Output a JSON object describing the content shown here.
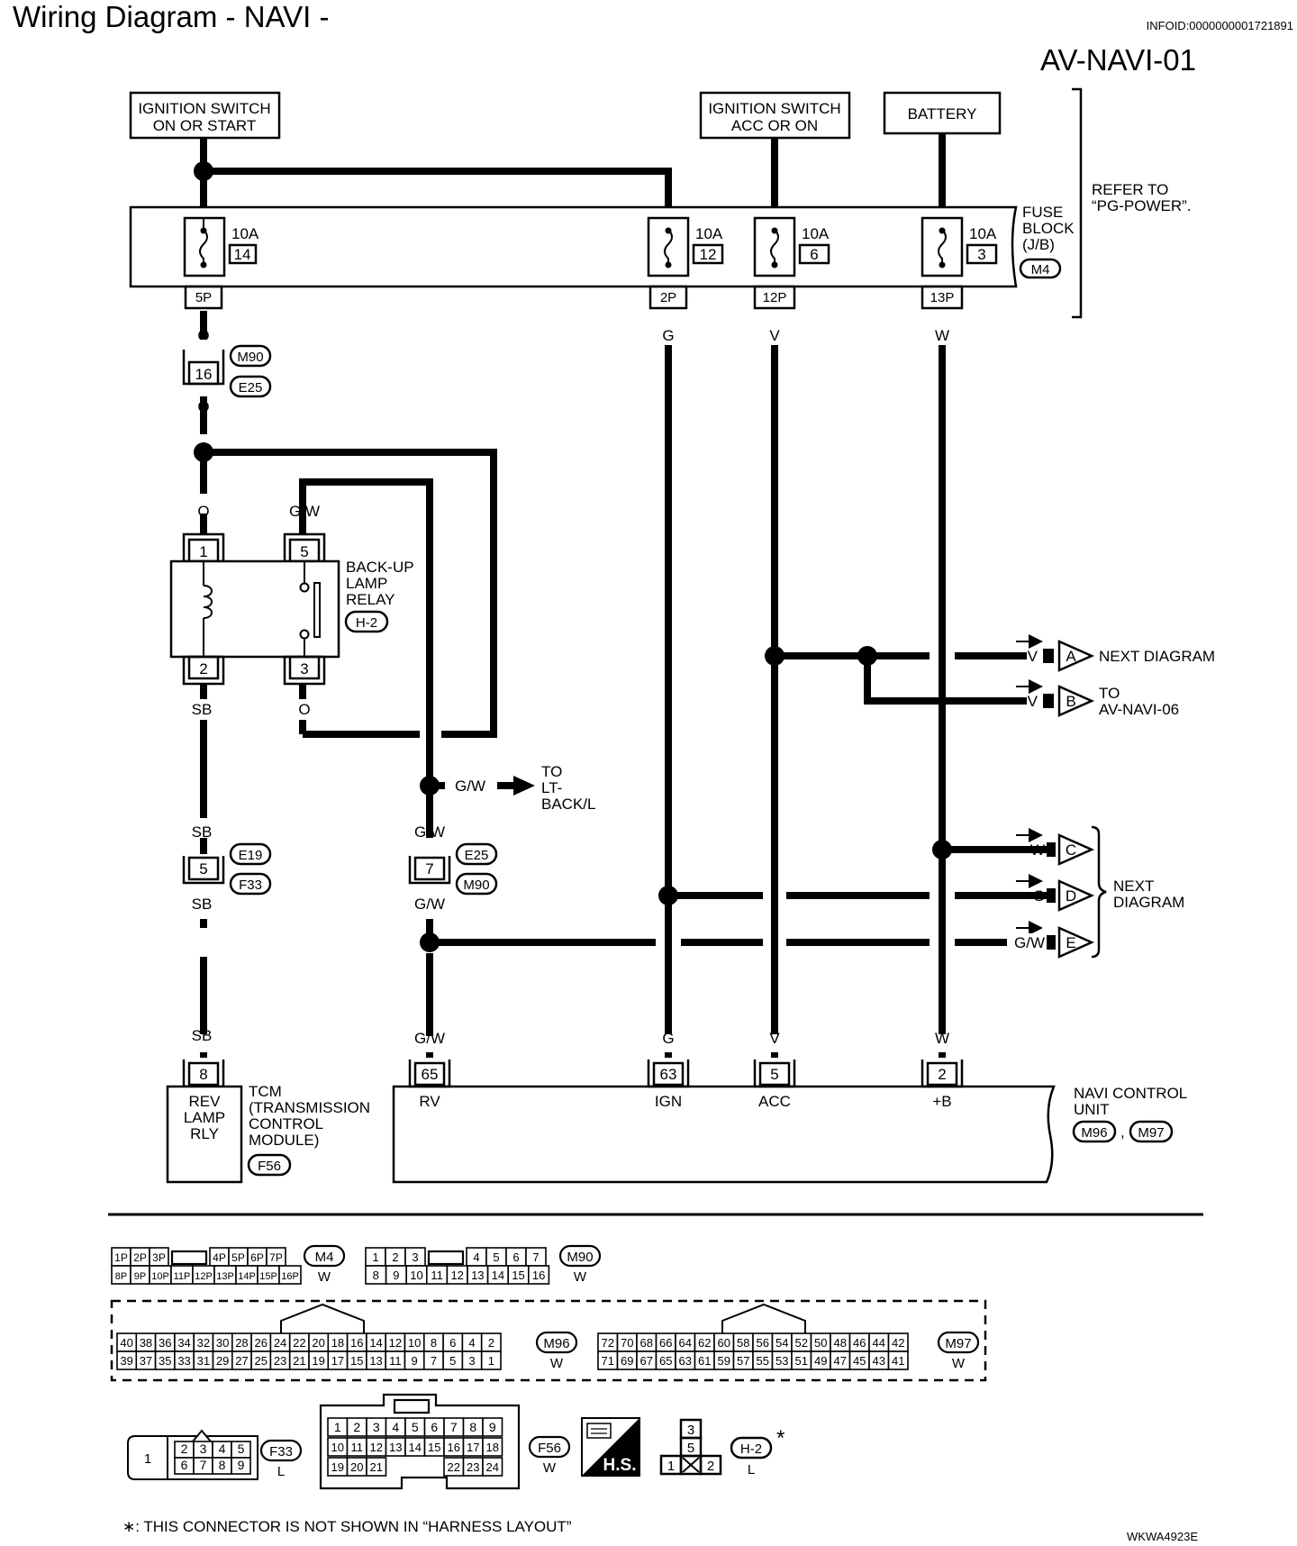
{
  "header": {
    "title": "Wiring Diagram - NAVI -",
    "info_id": "INFOID:0000000001721891",
    "code": "AV-NAVI-01"
  },
  "power_sources": {
    "ign_on_start": [
      "IGNITION SWITCH",
      "ON OR START"
    ],
    "ign_acc_on": [
      "IGNITION SWITCH",
      "ACC OR ON"
    ],
    "battery": "BATTERY"
  },
  "fuse_block": {
    "label": [
      "FUSE",
      "BLOCK",
      "(J/B)"
    ],
    "connector": "M4",
    "refer_to": [
      "REFER TO",
      "“PG-POWER”."
    ],
    "fuses": [
      {
        "amp": "10A",
        "num": "14",
        "pin": "5P",
        "wire": "O"
      },
      {
        "amp": "10A",
        "num": "12",
        "pin": "2P",
        "wire": "G"
      },
      {
        "amp": "10A",
        "num": "6",
        "pin": "12P",
        "wire": "V"
      },
      {
        "amp": "10A",
        "num": "3",
        "pin": "13P",
        "wire": "W"
      }
    ]
  },
  "inline_connectors": {
    "c16": {
      "pin": "16",
      "upper": "M90",
      "lower": "E25",
      "wire_below": "O"
    },
    "c5": {
      "pin": "5",
      "upper": "E19",
      "lower": "F33",
      "wire_above": "SB",
      "wire_below": "SB"
    },
    "c7": {
      "pin": "7",
      "upper": "E25",
      "lower": "M90",
      "wire_above": "G/W",
      "wire_below": "G/W"
    }
  },
  "relay": {
    "label": [
      "BACK-UP",
      "LAMP",
      "RELAY"
    ],
    "connector": "H-2",
    "pins": {
      "p1": "1",
      "p5": "5",
      "p2": "2",
      "p3": "3"
    },
    "wires": {
      "p1": "O",
      "p5": "G/W",
      "p2": "SB",
      "p3": "O"
    }
  },
  "lt_back": {
    "wire": "G/W",
    "label": [
      "TO",
      "LT-",
      "BACK/L"
    ]
  },
  "outputs": [
    {
      "wire": "V",
      "letter": "A",
      "label": [
        "NEXT DIAGRAM"
      ]
    },
    {
      "wire": "V",
      "letter": "B",
      "label": [
        "TO",
        "AV-NAVI-06"
      ]
    },
    {
      "wire": "W",
      "letter": "C"
    },
    {
      "wire": "G",
      "letter": "D"
    },
    {
      "wire": "G/W",
      "letter": "E"
    }
  ],
  "next_diagram_cde": [
    "NEXT",
    "DIAGRAM"
  ],
  "tcm": {
    "pin": "8",
    "wire": "SB",
    "box_text": [
      "REV",
      "LAMP",
      "RLY"
    ],
    "label": [
      "TCM",
      "(TRANSMISSION",
      "CONTROL",
      "MODULE)"
    ],
    "connector": "F56"
  },
  "navi": {
    "label": [
      "NAVI CONTROL",
      "UNIT"
    ],
    "connectors": [
      "M96",
      "M97"
    ],
    "sep": ",",
    "pins": [
      {
        "pin": "65",
        "name": "RV",
        "wire": "G/W"
      },
      {
        "pin": "63",
        "name": "IGN",
        "wire": "G"
      },
      {
        "pin": "5",
        "name": "ACC",
        "wire": "V"
      },
      {
        "pin": "2",
        "name": "+B",
        "wire": "W"
      }
    ]
  },
  "connector_views": {
    "m4": {
      "id": "M4",
      "color": "W",
      "top": [
        "1P",
        "2P",
        "3P",
        "",
        "4P",
        "5P",
        "6P",
        "7P"
      ],
      "bottom": [
        "8P",
        "9P",
        "10P",
        "11P",
        "12P",
        "13P",
        "14P",
        "15P",
        "16P"
      ]
    },
    "m90": {
      "id": "M90",
      "color": "W",
      "top": [
        "1",
        "2",
        "3",
        "",
        "4",
        "5",
        "6",
        "7"
      ],
      "bottom": [
        "8",
        "9",
        "10",
        "11",
        "12",
        "13",
        "14",
        "15",
        "16"
      ]
    },
    "m96": {
      "id": "M96",
      "color": "W",
      "top": [
        "40",
        "38",
        "36",
        "34",
        "32",
        "30",
        "28",
        "26",
        "24",
        "22",
        "20",
        "18",
        "16",
        "14",
        "12",
        "10",
        "8",
        "6",
        "4",
        "2"
      ],
      "bottom": [
        "39",
        "37",
        "35",
        "33",
        "31",
        "29",
        "27",
        "25",
        "23",
        "21",
        "19",
        "17",
        "15",
        "13",
        "11",
        "9",
        "7",
        "5",
        "3",
        "1"
      ]
    },
    "m97": {
      "id": "M97",
      "color": "W",
      "top": [
        "72",
        "70",
        "68",
        "66",
        "64",
        "62",
        "60",
        "58",
        "56",
        "54",
        "52",
        "50",
        "48",
        "46",
        "44",
        "42"
      ],
      "bottom": [
        "71",
        "69",
        "67",
        "65",
        "63",
        "61",
        "59",
        "57",
        "55",
        "53",
        "51",
        "49",
        "47",
        "45",
        "43",
        "41"
      ]
    },
    "f33": {
      "id": "F33",
      "color": "L",
      "big": "1",
      "top": [
        "2",
        "3",
        "4",
        "5"
      ],
      "bottom": [
        "6",
        "7",
        "8",
        "9"
      ]
    },
    "f56": {
      "id": "F56",
      "color": "W",
      "r1": [
        "1",
        "2",
        "3",
        "4",
        "5",
        "6",
        "7",
        "8",
        "9"
      ],
      "r2": [
        "10",
        "11",
        "12",
        "13",
        "14",
        "15",
        "16",
        "17",
        "18"
      ],
      "r3a": [
        "19",
        "20",
        "21"
      ],
      "r3b": [
        "22",
        "23",
        "24"
      ]
    },
    "hs": {
      "text": "H.S."
    },
    "h2": {
      "id": "H-2",
      "color": "L",
      "star": "*",
      "pins": {
        "p3": "3",
        "p5": "5",
        "p1": "1",
        "p2": "2"
      }
    }
  },
  "footnote": "∗: THIS CONNECTOR IS NOT SHOWN IN “HARNESS LAYOUT”",
  "figure_code": "WKWA4923E"
}
